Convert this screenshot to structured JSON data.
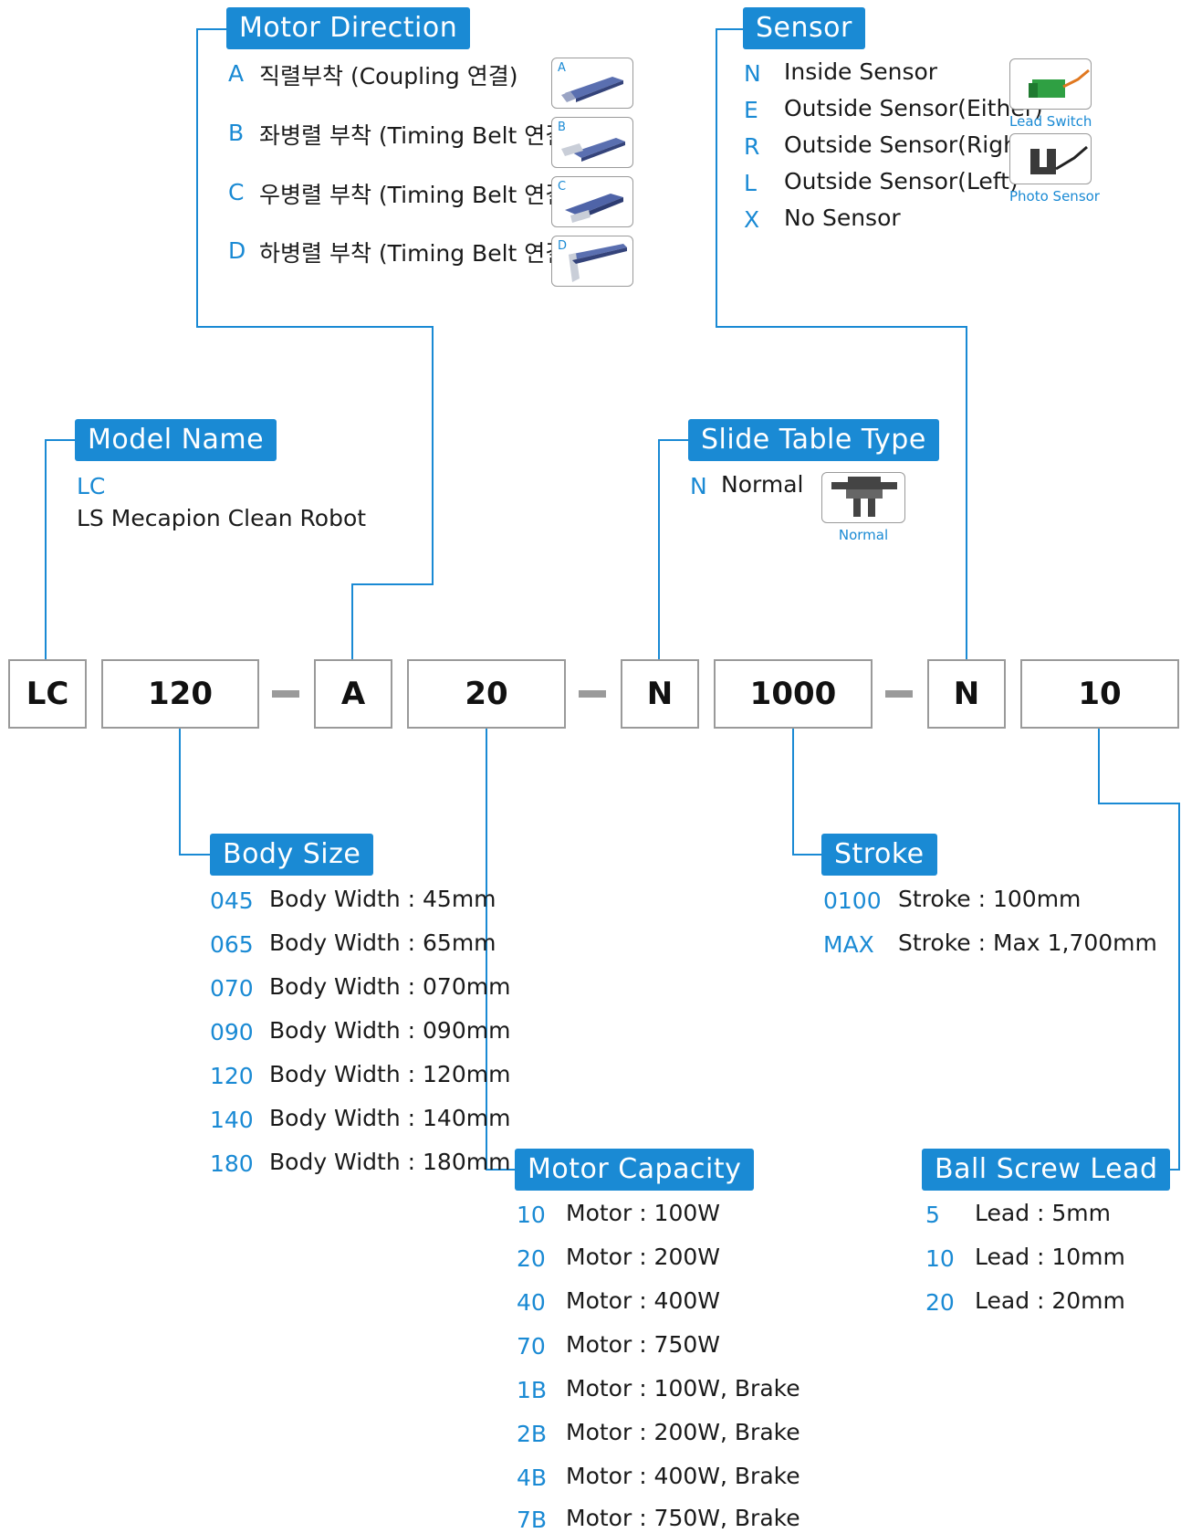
{
  "motor_direction": {
    "title": "Motor Direction",
    "items": [
      {
        "code": "A",
        "desc": "직렬부착 (Coupling 연결)",
        "thumb": "A"
      },
      {
        "code": "B",
        "desc": "좌병렬 부착 (Timing Belt 연결)",
        "thumb": "B"
      },
      {
        "code": "C",
        "desc": "우병렬 부착 (Timing Belt 연결)",
        "thumb": "C"
      },
      {
        "code": "D",
        "desc": "하병렬 부착 (Timing Belt 연결)",
        "thumb": "D"
      }
    ]
  },
  "sensor": {
    "title": "Sensor",
    "items": [
      {
        "code": "N",
        "desc": "Inside Sensor"
      },
      {
        "code": "E",
        "desc": "Outside Sensor(Either)"
      },
      {
        "code": "R",
        "desc": "Outside Sensor(Right)"
      },
      {
        "code": "L",
        "desc": "Outside Sensor(Left)"
      },
      {
        "code": "X",
        "desc": "No Sensor"
      }
    ],
    "images": [
      {
        "caption": "Lead Switch",
        "icon": "lead-switch-icon"
      },
      {
        "caption": "Photo Sensor",
        "icon": "photo-sensor-icon"
      }
    ]
  },
  "model_name": {
    "title": "Model Name",
    "code": "LC",
    "desc": "LS Mecapion Clean Robot"
  },
  "slide_table": {
    "title": "Slide Table Type",
    "items": [
      {
        "code": "N",
        "desc": "Normal"
      }
    ],
    "image_caption": "Normal"
  },
  "model_code": [
    "LC",
    "120",
    "A",
    "20",
    "N",
    "1000",
    "N",
    "10"
  ],
  "body_size": {
    "title": "Body Size",
    "items": [
      {
        "code": "045",
        "desc": "Body Width : 45mm"
      },
      {
        "code": "065",
        "desc": "Body Width : 65mm"
      },
      {
        "code": "070",
        "desc": "Body Width : 070mm"
      },
      {
        "code": "090",
        "desc": "Body Width : 090mm"
      },
      {
        "code": "120",
        "desc": "Body Width : 120mm"
      },
      {
        "code": "140",
        "desc": "Body Width : 140mm"
      },
      {
        "code": "180",
        "desc": "Body Width : 180mm"
      }
    ]
  },
  "stroke": {
    "title": "Stroke",
    "items": [
      {
        "code": "0100",
        "desc": "Stroke : 100mm"
      },
      {
        "code": "MAX",
        "desc": "Stroke : Max 1,700mm"
      }
    ]
  },
  "motor_capacity": {
    "title": "Motor Capacity",
    "items": [
      {
        "code": "10",
        "desc": "Motor : 100W"
      },
      {
        "code": "20",
        "desc": "Motor : 200W"
      },
      {
        "code": "40",
        "desc": "Motor : 400W"
      },
      {
        "code": "70",
        "desc": "Motor : 750W"
      },
      {
        "code": "1B",
        "desc": "Motor : 100W, Brake"
      },
      {
        "code": "2B",
        "desc": "Motor : 200W, Brake"
      },
      {
        "code": "4B",
        "desc": "Motor : 400W, Brake"
      },
      {
        "code": "7B",
        "desc": "Motor : 750W, Brake"
      }
    ]
  },
  "ball_screw_lead": {
    "title": "Ball Screw Lead",
    "items": [
      {
        "code": "5",
        "desc": "Lead : 5mm"
      },
      {
        "code": "10",
        "desc": "Lead : 10mm"
      },
      {
        "code": "20",
        "desc": "Lead : 20mm"
      }
    ]
  },
  "colors": {
    "accent": "#1a8ad4",
    "box_border": "#9a9a9a"
  }
}
